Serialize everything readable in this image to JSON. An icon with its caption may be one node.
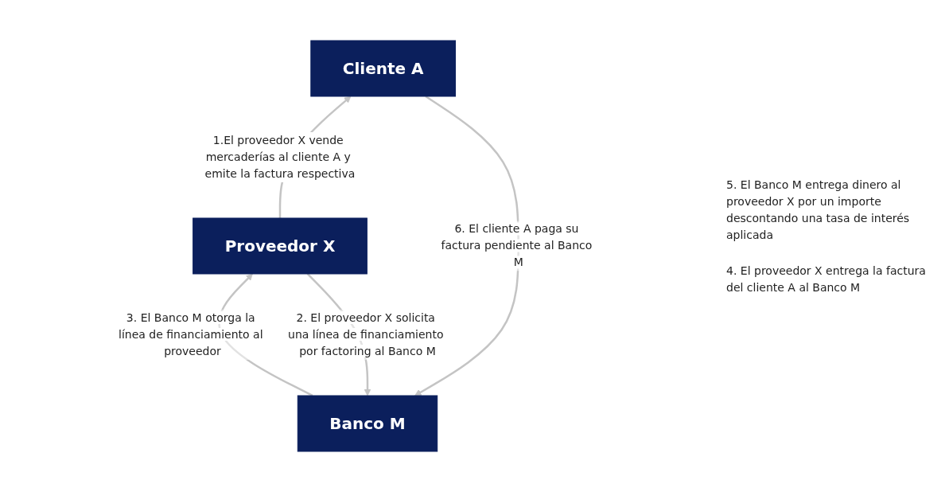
{
  "diagram": {
    "nodes": [
      {
        "text": [
          "Banco M"
        ]
      },
      {
        "text": [
          "Proveedor X"
        ]
      },
      {
        "text": [
          "Cliente A"
        ]
      }
    ],
    "edges": [
      {
        "from": 1,
        "to": 0,
        "arrow": "to",
        "label": "2. El proveedor X solicita una línea de financiamiento por factoring al Banco M"
      },
      {
        "from": 0,
        "to": 1,
        "arrow": "to",
        "label": "3. El Banco M otorga la línea de financiamiento al proveedor"
      },
      {
        "from": 1,
        "to": 2,
        "arrow": "to",
        "label": "1.El proveedor X vende mercaderías al cliente A y emite la factura respectiva"
      },
      {
        "from": 2,
        "to": 0,
        "arrow": "to",
        "label": "6. El cliente A paga su factura pendiente al Banco M"
      }
    ],
    "labels": [
      "5. El Banco M entrega dinero al proveedor X por un importe descontando una tasa de interés aplicada",
      "4. El proveedor X entrega la factura del cliente A al Banco M"
    ]
  }
}
